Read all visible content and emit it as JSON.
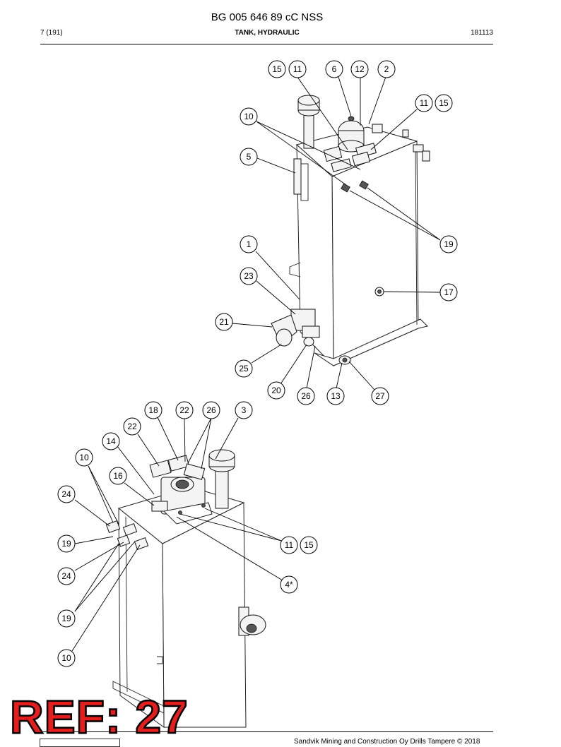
{
  "header": {
    "document_number": "BG 005 646 89 cC NSS",
    "page": "7 (191)",
    "title": "TANK, HYDRAULIC",
    "date_code": "181113"
  },
  "footer": {
    "copyright": "Sandvik Mining and Construction Oy Drills Tampere © 2018"
  },
  "ref_label": "REF: 27",
  "callouts_upper": [
    "15",
    "11",
    "6",
    "12",
    "2",
    "11",
    "15",
    "10",
    "5",
    "1",
    "19",
    "23",
    "17",
    "21",
    "25",
    "20",
    "26",
    "13",
    "27"
  ],
  "callouts_lower": [
    "18",
    "22",
    "26",
    "3",
    "22",
    "14",
    "10",
    "16",
    "24",
    "19",
    "11",
    "15",
    "24",
    "4*",
    "19",
    "10"
  ]
}
